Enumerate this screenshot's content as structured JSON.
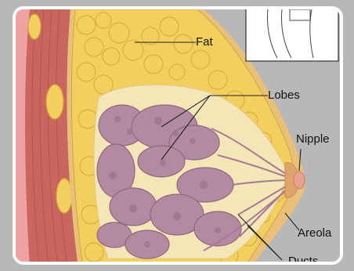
{
  "labels": {
    "fat": "Fat",
    "lobes": "Lobes",
    "nipple": "Nipple",
    "areola": "Areola",
    "ducts": "Ducts"
  },
  "colors": {
    "background": "#b7b8b7",
    "frame": "#ffffff",
    "muscle": "#c9675f",
    "skin_pink": "#f0a2a3",
    "fat": "#f3cf60",
    "fat_outline": "#d6a43a",
    "tissue": "#f5e6b8",
    "lobe": "#b38aa0",
    "lobe_dark": "#8f6780",
    "nipple": "#e9a28f",
    "leader_line": "#222222"
  }
}
